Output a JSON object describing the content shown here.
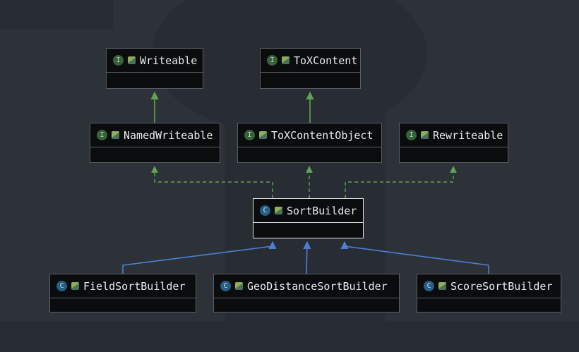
{
  "diagram": {
    "icon_letters": {
      "interface": "I",
      "class": "C"
    },
    "nodes": [
      {
        "label": "Writeable",
        "kind": "interface",
        "selected": false
      },
      {
        "label": "ToXContent",
        "kind": "interface",
        "selected": false
      },
      {
        "label": "NamedWriteable",
        "kind": "interface",
        "selected": false
      },
      {
        "label": "ToXContentObject",
        "kind": "interface",
        "selected": false
      },
      {
        "label": "Rewriteable",
        "kind": "interface",
        "selected": false
      },
      {
        "label": "SortBuilder",
        "kind": "class",
        "selected": true
      },
      {
        "label": "FieldSortBuilder",
        "kind": "class",
        "selected": false
      },
      {
        "label": "GeoDistanceSortBuilder",
        "kind": "class",
        "selected": false
      },
      {
        "label": "ScoreSortBuilder",
        "kind": "class",
        "selected": false
      }
    ],
    "edges": [
      {
        "from": "NamedWriteable",
        "to": "Writeable",
        "type": "extends",
        "style": "solid-green"
      },
      {
        "from": "ToXContentObject",
        "to": "ToXContent",
        "type": "extends",
        "style": "solid-green"
      },
      {
        "from": "SortBuilder",
        "to": "NamedWriteable",
        "type": "implements",
        "style": "dashed-green"
      },
      {
        "from": "SortBuilder",
        "to": "ToXContentObject",
        "type": "implements",
        "style": "dashed-green"
      },
      {
        "from": "SortBuilder",
        "to": "Rewriteable",
        "type": "implements",
        "style": "dashed-green"
      },
      {
        "from": "FieldSortBuilder",
        "to": "SortBuilder",
        "type": "extends",
        "style": "solid-blue"
      },
      {
        "from": "GeoDistanceSortBuilder",
        "to": "SortBuilder",
        "type": "extends",
        "style": "solid-blue"
      },
      {
        "from": "ScoreSortBuilder",
        "to": "SortBuilder",
        "type": "extends",
        "style": "solid-blue"
      }
    ],
    "colors": {
      "background": "#2c3237",
      "watermark": "#272d32",
      "node_background": "#0b0c0d",
      "node_border": "#585e63",
      "selected_border": "#e2e6e9",
      "text": "#e8eaec",
      "interface_arrow": "#62a254",
      "class_arrow": "#4a7fd6",
      "interface_icon": "#38623b",
      "class_icon": "#275f84"
    }
  }
}
